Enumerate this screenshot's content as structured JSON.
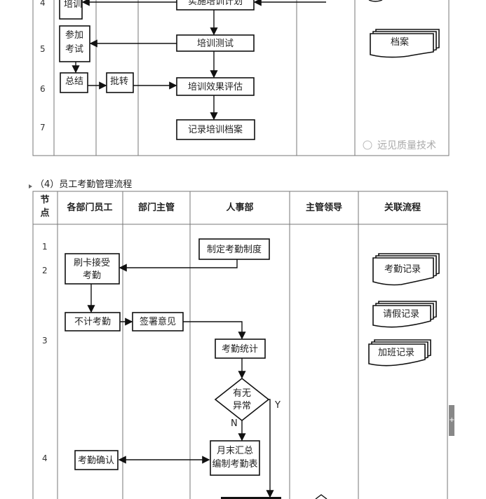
{
  "table1": {
    "rows": [
      "4",
      "5",
      "6",
      "7"
    ],
    "boxes": {
      "implement_plan": "实施培训计划",
      "training": "培训",
      "exam_line1": "参加",
      "exam_line2": "考试",
      "training_test": "培训测试",
      "summary": "总结",
      "approve": "批转",
      "effect_eval": "培训效果评估",
      "record_archive": "记录培训档案"
    },
    "docs": {
      "archive": "档案"
    },
    "watermark": "远见质量技术"
  },
  "section_title": "（4）员工考勤管理流程",
  "table2": {
    "headers": {
      "node_line1": "节",
      "node_line2": "点",
      "employees": "各部门员工",
      "dept_manager": "部门主管",
      "hr": "人事部",
      "leader": "主管领导",
      "related": "关联流程"
    },
    "rows": [
      "1",
      "2",
      "3",
      "4"
    ],
    "boxes": {
      "make_rules": "制定考勤制度",
      "card_line1": "刷卡接受",
      "card_line2": "考勤",
      "no_count": "不计考勤",
      "sign_opinion": "签署意见",
      "stats": "考勤统计",
      "decision_line1": "有无",
      "decision_line2": "异常",
      "yes": "Y",
      "no": "N",
      "monthly_line1": "月末汇总",
      "monthly_line2": "编制考勤表",
      "confirm": "考勤确认"
    },
    "docs": {
      "attendance_record": "考勤记录",
      "leave_record": "请假记录",
      "overtime_record": "加班记录"
    }
  },
  "scrollbar_icon": "plus-icon"
}
